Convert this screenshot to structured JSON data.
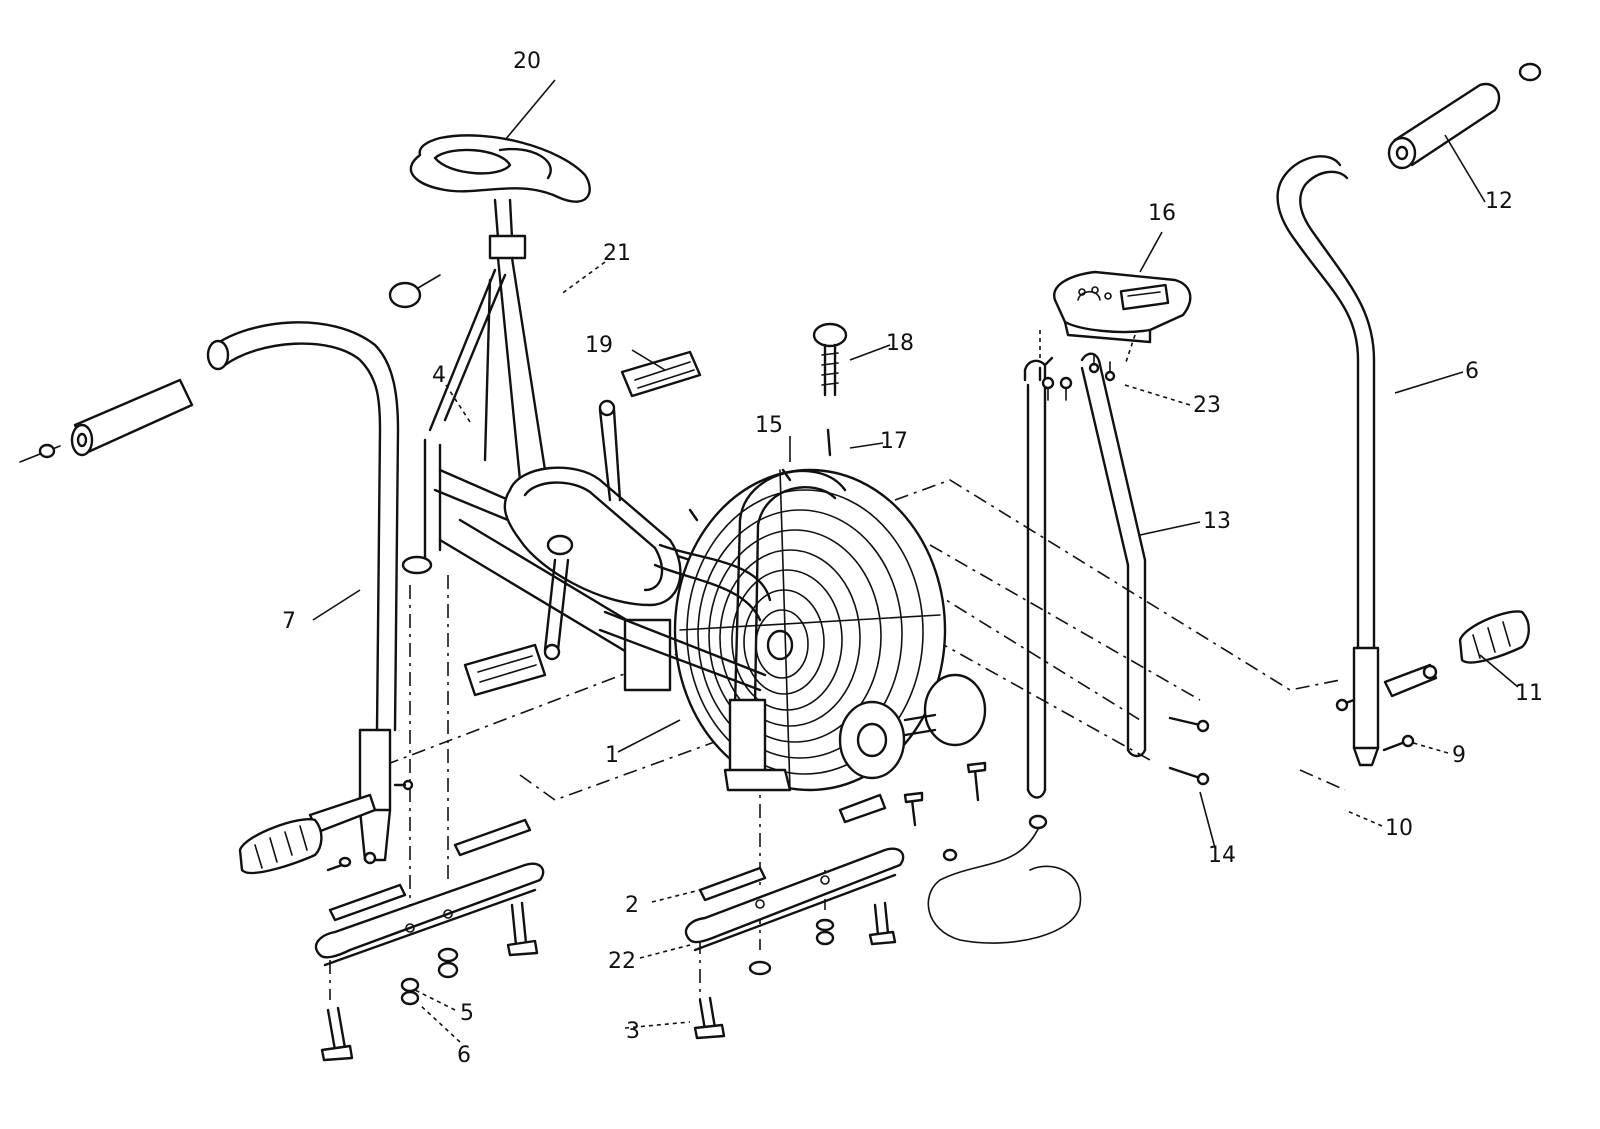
{
  "diagram": {
    "callouts": [
      {
        "id": "20",
        "label": "20"
      },
      {
        "id": "21",
        "label": "21"
      },
      {
        "id": "19",
        "label": "19"
      },
      {
        "id": "18",
        "label": "18"
      },
      {
        "id": "17",
        "label": "17"
      },
      {
        "id": "16",
        "label": "16"
      },
      {
        "id": "15",
        "label": "15"
      },
      {
        "id": "4",
        "label": "4"
      },
      {
        "id": "7",
        "label": "7"
      },
      {
        "id": "1",
        "label": "1"
      },
      {
        "id": "2",
        "label": "2"
      },
      {
        "id": "22",
        "label": "22"
      },
      {
        "id": "3",
        "label": "3"
      },
      {
        "id": "5",
        "label": "5"
      },
      {
        "id": "6a",
        "label": "6"
      },
      {
        "id": "6b",
        "label": "6"
      },
      {
        "id": "12",
        "label": "12"
      },
      {
        "id": "23",
        "label": "23"
      },
      {
        "id": "13",
        "label": "13"
      },
      {
        "id": "11",
        "label": "11"
      },
      {
        "id": "9",
        "label": "9"
      },
      {
        "id": "10",
        "label": "10"
      },
      {
        "id": "14",
        "label": "14"
      }
    ]
  }
}
